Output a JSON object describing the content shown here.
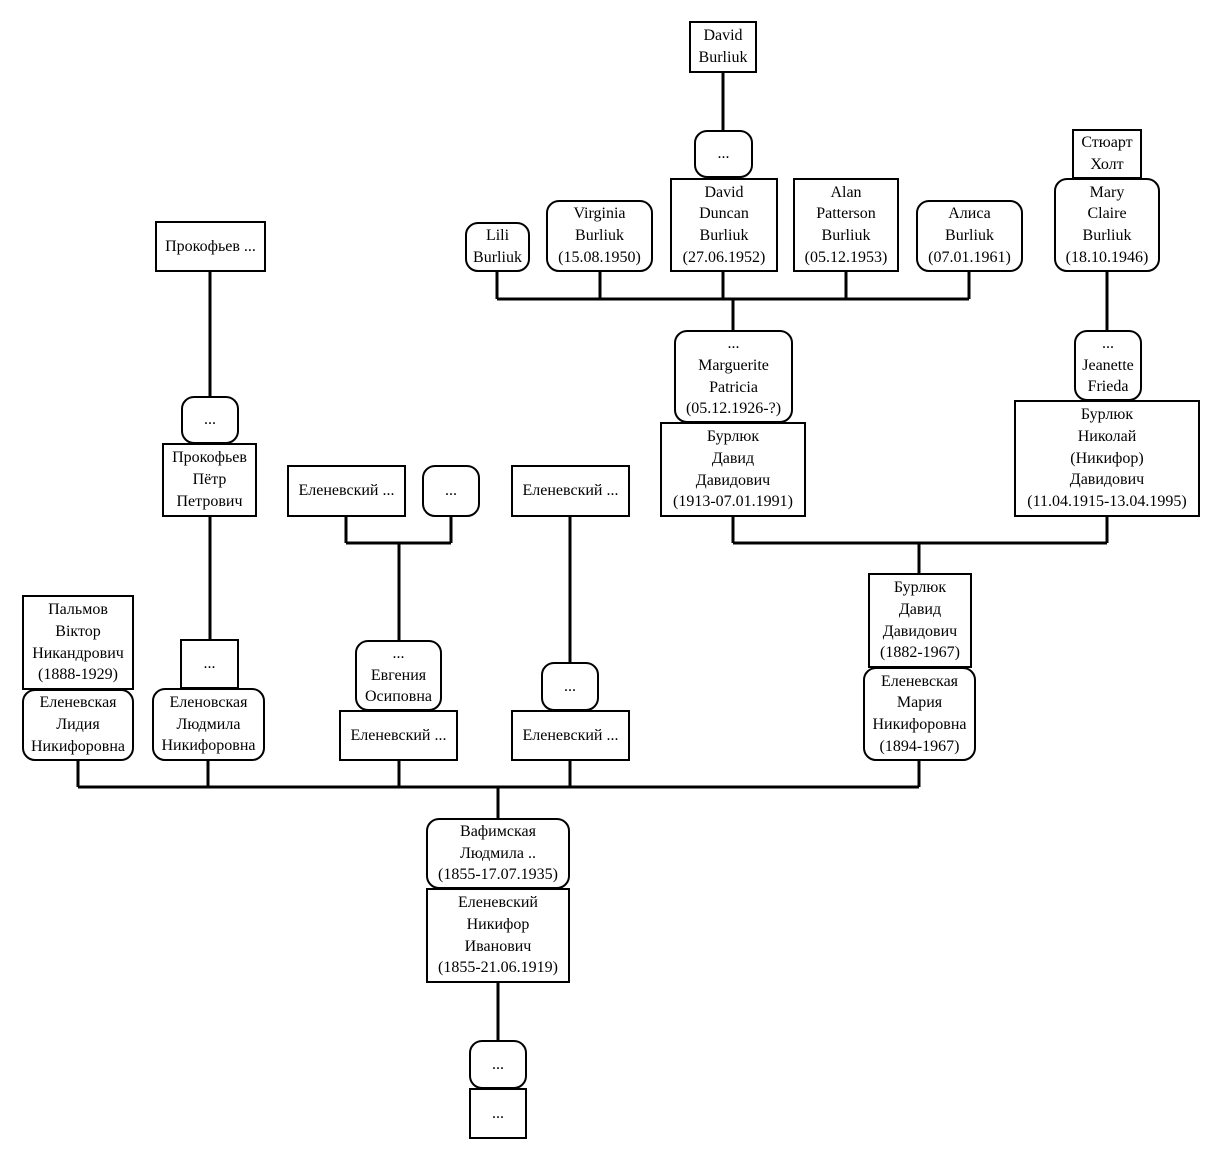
{
  "tree": {
    "david_burliuk": [
      "David",
      "Burliuk"
    ],
    "unknown_top_spouse": [
      "..."
    ],
    "lili": [
      "Lili",
      "Burliuk"
    ],
    "virginia": [
      "Virginia",
      "Burliuk",
      "(15.08.1950)"
    ],
    "david_duncan": [
      "David",
      "Duncan",
      "Burliuk",
      "(27.06.1952)"
    ],
    "alan": [
      "Alan",
      "Patterson",
      "Burliuk",
      "(05.12.1953)"
    ],
    "alisa": [
      "Алиса",
      "Burliuk",
      "(07.01.1961)"
    ],
    "stuart": [
      "Стюарт",
      "Холт"
    ],
    "mary": [
      "Mary",
      "Claire",
      "Burliuk",
      "(18.10.1946)"
    ],
    "marguerite": [
      "...",
      "Marguerite",
      "Patricia",
      "(05.12.1926-?)"
    ],
    "burliuk_dd_son": [
      "Бурлюк",
      "Давид",
      "Давидович",
      "(1913-07.01.1991)"
    ],
    "jeanette": [
      "...",
      "Jeanette",
      "Frieda"
    ],
    "nikolai": [
      "Бурлюк",
      "Николай",
      "(Никифор)",
      "Давидович",
      "(11.04.1915-13.04.1995)"
    ],
    "prokofiev_sr": [
      "Прокофьев ..."
    ],
    "prokofiev_wife": [
      "..."
    ],
    "prokofiev_petr": [
      "Прокофьев",
      "Пётр",
      "Петрович"
    ],
    "elenevsky_a": [
      "Еленевский ..."
    ],
    "elenevsky_a_spouse": [
      "..."
    ],
    "elenevsky_b": [
      "Еленевский ..."
    ],
    "burliuk_dd_father": [
      "Бурлюк",
      "Давид",
      "Давидович",
      "(1882-1967)"
    ],
    "palmov": [
      "Пальмов",
      "Віктор",
      "Никандрович",
      "(1888-1929)"
    ],
    "lidia": [
      "Еленевская",
      "Лидия",
      "Никифоровна"
    ],
    "prokofiev_son": [
      "..."
    ],
    "lyudmila_n": [
      "Еленовская",
      "Людмила",
      "Никифоровна"
    ],
    "evgenia": [
      "...",
      "Евгения",
      "Осиповна"
    ],
    "elenevsky_c": [
      "Еленевский ..."
    ],
    "elenevsky_d_spouse": [
      "..."
    ],
    "elenevsky_d": [
      "Еленевский ..."
    ],
    "maria": [
      "Еленевская",
      "Мария",
      "Никифоровна",
      "(1894-1967)"
    ],
    "vafimskaya": [
      "Вафимская",
      "Людмила ..",
      "(1855-17.07.1935)"
    ],
    "nikifor": [
      "Еленевский",
      "Никифор",
      "Иванович",
      "(1855-21.06.1919)"
    ],
    "grandmother": [
      "..."
    ],
    "grandfather": [
      "..."
    ]
  }
}
